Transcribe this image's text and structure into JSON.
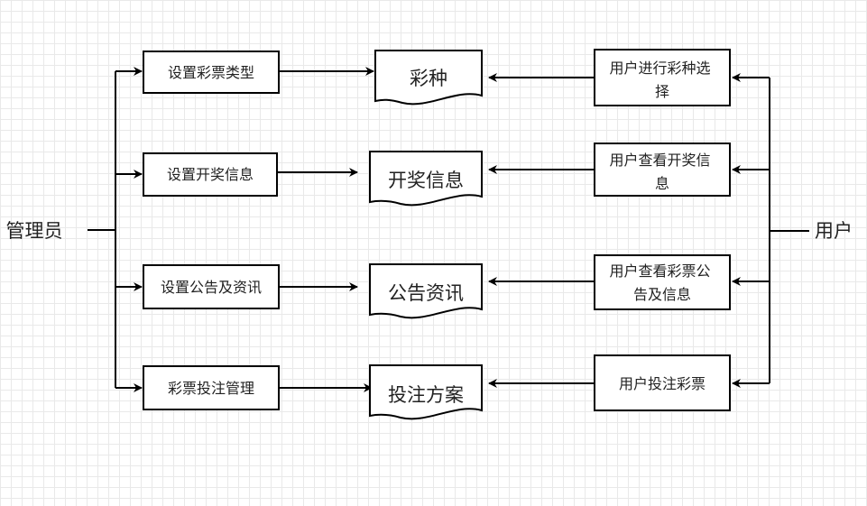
{
  "diagram": {
    "admin_label": "管理员",
    "user_label": "用户",
    "admin_actions": [
      "设置彩票类型",
      "设置开奖信息",
      "设置公告及资讯",
      "彩票投注管理"
    ],
    "documents": [
      "彩种",
      "开奖信息",
      "公告资讯",
      "投注方案"
    ],
    "user_actions": [
      [
        "用户进行彩种选",
        "择"
      ],
      [
        "用户查看开奖信",
        "息"
      ],
      [
        "用户查看彩票公",
        "告及信息"
      ],
      [
        "用户投注彩票"
      ]
    ]
  }
}
